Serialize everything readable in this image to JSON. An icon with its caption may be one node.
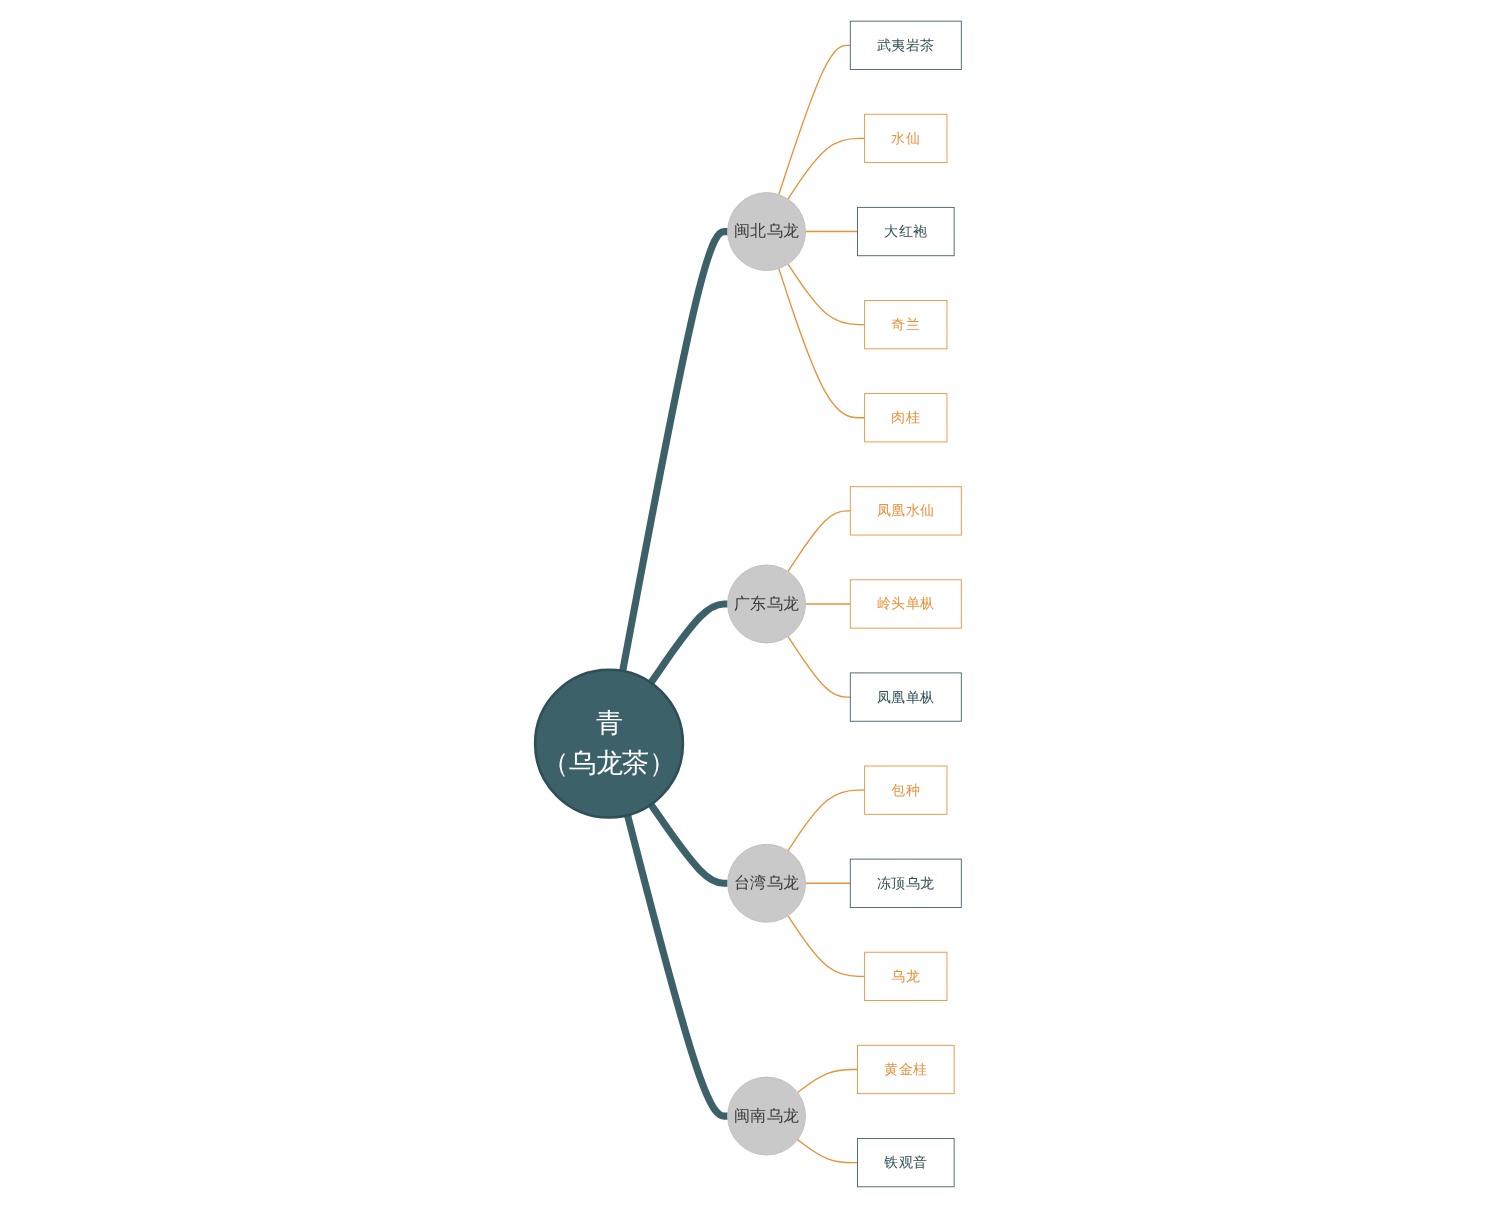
{
  "diagram": {
    "nodes": [
      {
        "text": [
          "青",
          "（乌龙茶）"
        ]
      },
      {
        "text": [
          "闽北乌龙"
        ]
      },
      {
        "text": [
          "武夷岩茶"
        ]
      },
      {
        "text": [
          "水仙"
        ]
      },
      {
        "text": [
          "大红袍"
        ]
      },
      {
        "text": [
          "奇兰"
        ]
      },
      {
        "text": [
          "肉桂"
        ]
      },
      {
        "text": [
          "广东乌龙"
        ]
      },
      {
        "text": [
          "凤凰水仙"
        ]
      },
      {
        "text": [
          "岭头单枞"
        ]
      },
      {
        "text": [
          "凤凰单枞"
        ]
      },
      {
        "text": [
          "台湾乌龙"
        ]
      },
      {
        "text": [
          "包种"
        ]
      },
      {
        "text": [
          "冻顶乌龙"
        ]
      },
      {
        "text": [
          "乌龙"
        ]
      },
      {
        "text": [
          "闽南乌龙"
        ]
      },
      {
        "text": [
          "黄金桂"
        ]
      },
      {
        "text": [
          "铁观音"
        ]
      }
    ],
    "edges": [
      {
        "from": 0,
        "to": 1,
        "arrow": "none",
        "style": "thick",
        "color": "#3d6169"
      },
      {
        "from": 0,
        "to": 7,
        "arrow": "none",
        "style": "thick",
        "color": "#3d6169"
      },
      {
        "from": 0,
        "to": 11,
        "arrow": "none",
        "style": "thick",
        "color": "#3d6169"
      },
      {
        "from": 0,
        "to": 15,
        "arrow": "none",
        "style": "thick",
        "color": "#3d6169"
      },
      {
        "from": 1,
        "to": 2,
        "arrow": "none"
      },
      {
        "from": 1,
        "to": 3,
        "arrow": "none"
      },
      {
        "from": 1,
        "to": 4,
        "arrow": "none"
      },
      {
        "from": 1,
        "to": 5,
        "arrow": "none"
      },
      {
        "from": 1,
        "to": 6,
        "arrow": "none"
      },
      {
        "from": 7,
        "to": 8,
        "arrow": "none"
      },
      {
        "from": 7,
        "to": 9,
        "arrow": "none"
      },
      {
        "from": 7,
        "to": 10,
        "arrow": "none"
      },
      {
        "from": 11,
        "to": 12,
        "arrow": "none"
      },
      {
        "from": 11,
        "to": 13,
        "arrow": "none"
      },
      {
        "from": 11,
        "to": 14,
        "arrow": "none"
      },
      {
        "from": 15,
        "to": 16,
        "arrow": "none"
      },
      {
        "from": 15,
        "to": 17,
        "arrow": "none"
      }
    ]
  }
}
